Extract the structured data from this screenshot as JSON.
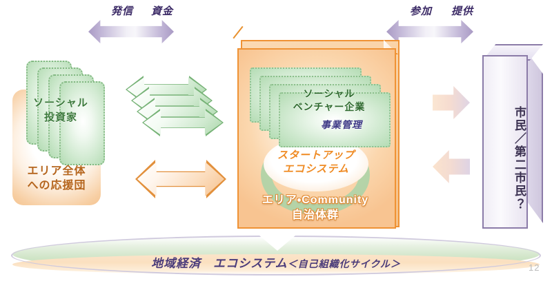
{
  "slide": {
    "page_number": "12",
    "caption_main": "地域経済　エコシステム",
    "caption_sub": "＜自己組織化サイクル＞"
  },
  "top_arrows": {
    "left": {
      "name": "発信・資金",
      "label_a": "発信",
      "label_b": "資金"
    },
    "right": {
      "name": "参加・提供",
      "label_a": "参加",
      "label_b": "提供"
    }
  },
  "left_group": {
    "box_label_line1": "エリア全体",
    "box_label_line2": "への応援団",
    "card_label_line1": "ソーシャル",
    "card_label_line2": "投資家"
  },
  "center_panel": {
    "card_label_line1": "ソーシャル",
    "card_label_line2": "ベンチャー企業",
    "card_label_line3": "事業管理",
    "ellipse_label_line1": "スタートアップ",
    "ellipse_label_line2": "エコシステム",
    "base_label_line1": "エリア・Community",
    "base_label_line2": "自治体群"
  },
  "right_column": {
    "label": "市民／第二市民？"
  },
  "colors": {
    "orange_accent": "#ef9234",
    "orange_text": "#b5651d",
    "green_accent": "#82b882",
    "green_text": "#2f6b2f",
    "purple_accent": "#8b7ba8",
    "purple_text": "#3b2a66",
    "caption_text": "#4a3b7a"
  }
}
